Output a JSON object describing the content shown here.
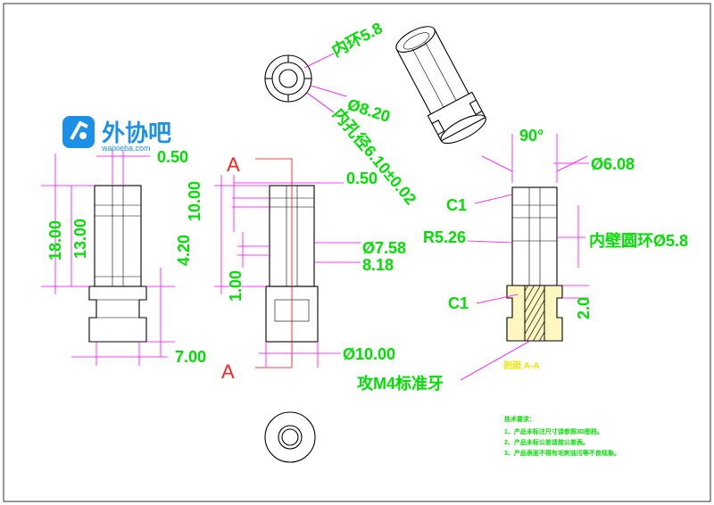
{
  "logo": {
    "name": "外协吧",
    "url": "waixieba.com"
  },
  "section_marker": "A",
  "section_label": "剖面 A-A",
  "dimensions": {
    "front_top_width": "0.50",
    "total_height": "18.00",
    "upper_height": "13.00",
    "slot_depth": "4.20",
    "base_width": "7.00",
    "side_height": "10.00",
    "side_slot": "0.50",
    "side_step": "1.00",
    "inner_dia": "Ø7.58",
    "outer_dia": "8.18",
    "base_dia": "Ø10.00",
    "inner_ring_3d": "内环5.8",
    "hole_dia_3d": "Ø8.20",
    "inner_hole": "内孔径6.10±0.02",
    "angle": "90°",
    "tip_dia": "Ø6.08",
    "chamfer_top": "C1",
    "radius": "R5.26",
    "wall_ring": "内壁圆环Ø5.8",
    "chamfer_bottom": "C1",
    "base_height": "2.0",
    "thread_note": "攻M4标准牙"
  },
  "tech_notes": {
    "title": "技术要求：",
    "items": [
      "1、产品未标注尺寸请参照3D图档。",
      "2、产品未标公差请按公差表。",
      "3、产品表面不得有毛刺油污等不良现象。"
    ]
  },
  "colors": {
    "dimension": "#00e000",
    "leader": "#ff00ff",
    "section": "#ff2020",
    "section_fill": "#fff6c0",
    "brand": "#1c8fe6"
  }
}
